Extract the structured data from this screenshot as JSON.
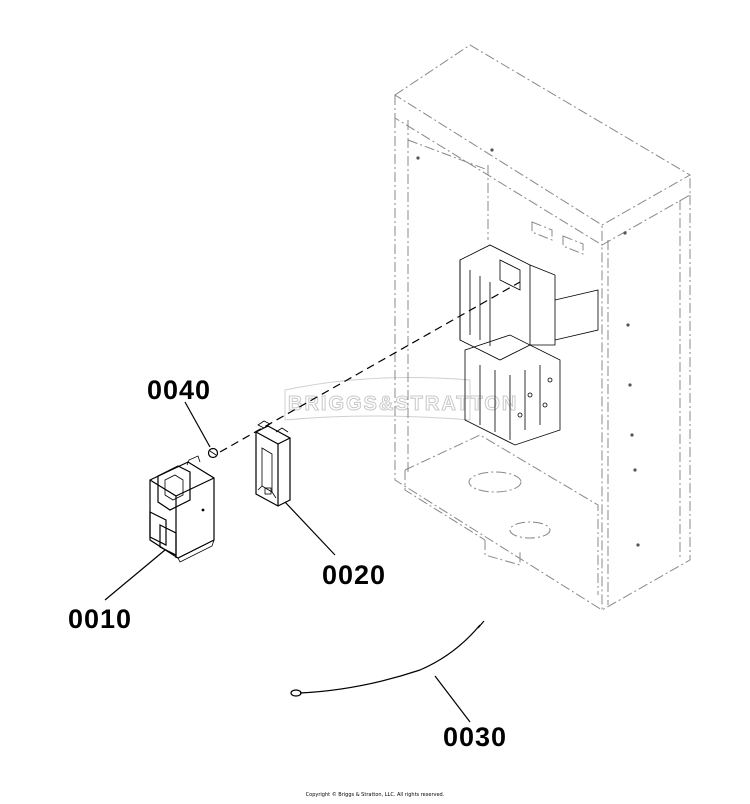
{
  "callouts": {
    "c0010": "0010",
    "c0020": "0020",
    "c0030": "0030",
    "c0040": "0040"
  },
  "watermark": "BRIGGS&STRATTON",
  "copyright": "Copyright © Briggs & Stratton, LLC. All rights reserved.",
  "colors": {
    "ink": "#000000",
    "watermark": "#c8c8c8",
    "enclosure": "#888888"
  },
  "icons": [
    "circuit-breaker-icon",
    "mounting-bracket-icon",
    "screw-icon",
    "ground-wire-icon",
    "enclosure-icon"
  ]
}
